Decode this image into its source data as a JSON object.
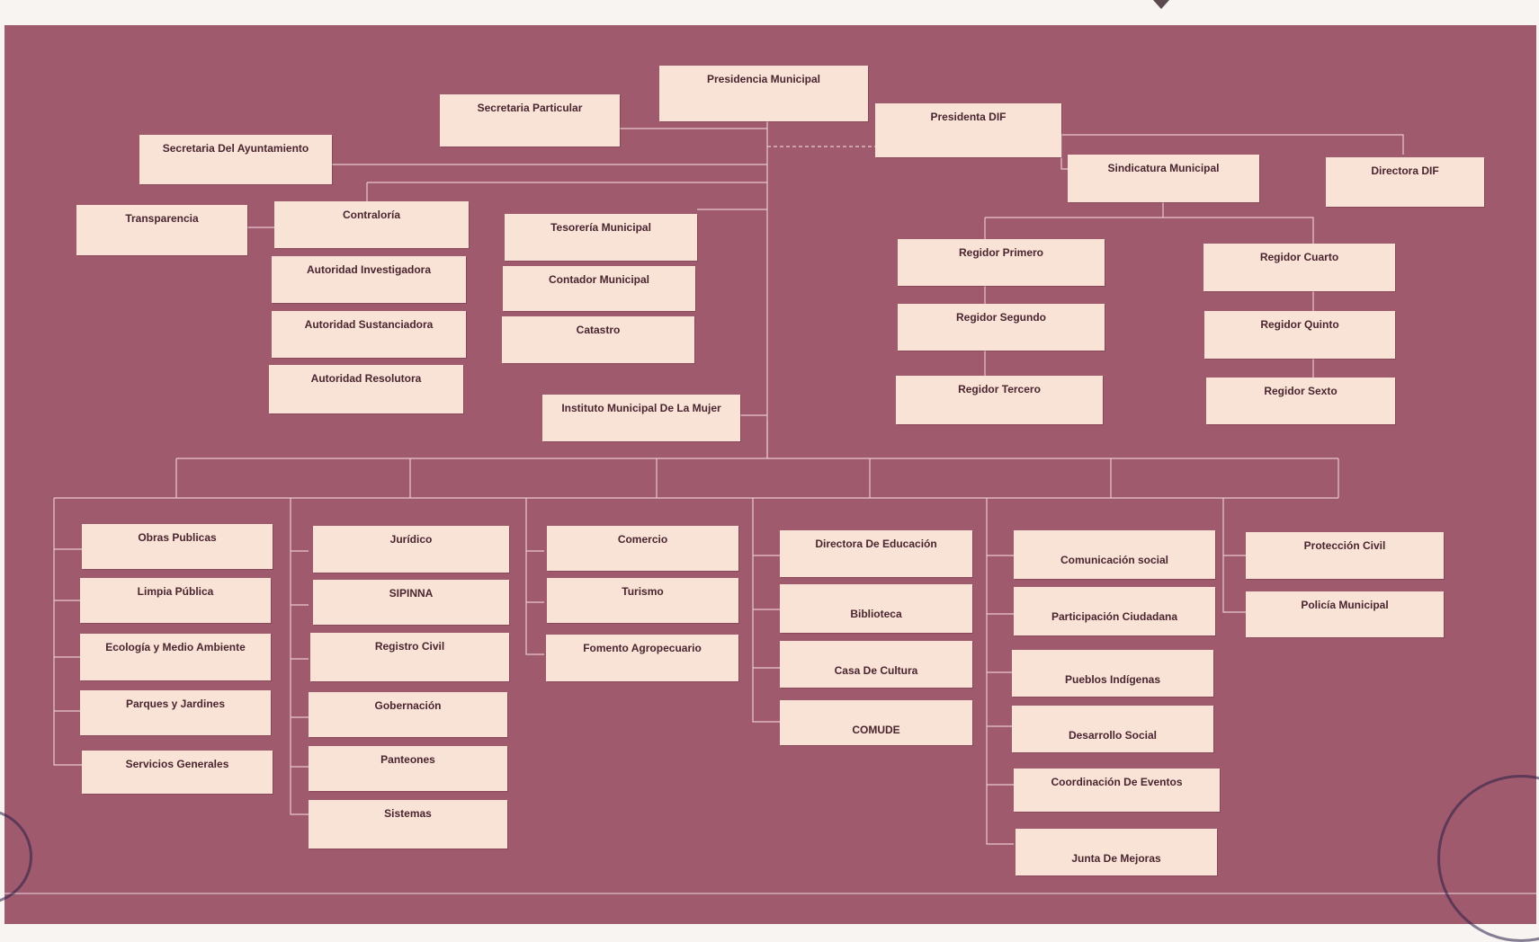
{
  "org_chart": {
    "presidencia": "Presidencia Municipal",
    "secretaria_particular": "Secretaria Particular",
    "presidenta_dif": "Presidenta DIF",
    "secretaria_ayuntamiento": "Secretaria Del Ayuntamiento",
    "sindicatura": "Sindicatura Municipal",
    "directora_dif": "Directora DIF",
    "transparencia": "Transparencia",
    "contraloria": "Contraloría",
    "autoridad_investigadora": "Autoridad Investigadora",
    "autoridad_sustanciadora": "Autoridad Sustanciadora",
    "autoridad_resolutora": "Autoridad Resolutora",
    "tesoreria": "Tesorería Municipal",
    "contador": "Contador Municipal",
    "catastro": "Catastro",
    "instituto_mujer": "Instituto Municipal De La Mujer",
    "regidores": {
      "primero": "Regidor Primero",
      "segundo": "Regidor Segundo",
      "tercero": "Regidor Tercero",
      "cuarto": "Regidor Cuarto",
      "quinto": "Regidor Quinto",
      "sexto": "Regidor Sexto"
    },
    "col1": {
      "obras": "Obras Publicas",
      "limpia": "Limpia Pública",
      "ecologia": "Ecología y Medio Ambiente",
      "parques": "Parques y Jardines",
      "servicios": "Servicios Generales"
    },
    "col2": {
      "juridico": "Jurídico",
      "sipinna": "SIPINNA",
      "registro": "Registro Civil",
      "gobernacion": "Gobernación",
      "panteones": "Panteones",
      "sistemas": "Sistemas"
    },
    "col3": {
      "comercio": "Comercio",
      "turismo": "Turismo",
      "fomento": "Fomento Agropecuario"
    },
    "col4": {
      "educacion": "Directora De Educación",
      "biblioteca": "Biblioteca",
      "cultura": "Casa De Cultura",
      "comude": "COMUDE"
    },
    "col5": {
      "comunicacion": "Comunicación social",
      "participacion": "Participación Ciudadana",
      "pueblos": "Pueblos Indígenas",
      "desarrollo": "Desarrollo Social",
      "eventos": "Coordinación De Eventos",
      "mejoras": "Junta De Mejoras"
    },
    "col6": {
      "proteccion": "Protección Civil",
      "policia": "Policía Municipal"
    }
  },
  "colors": {
    "background": "#a05a6e",
    "box": "#f9e3d6",
    "line": "#eac7cf",
    "text": "#4a2530"
  }
}
